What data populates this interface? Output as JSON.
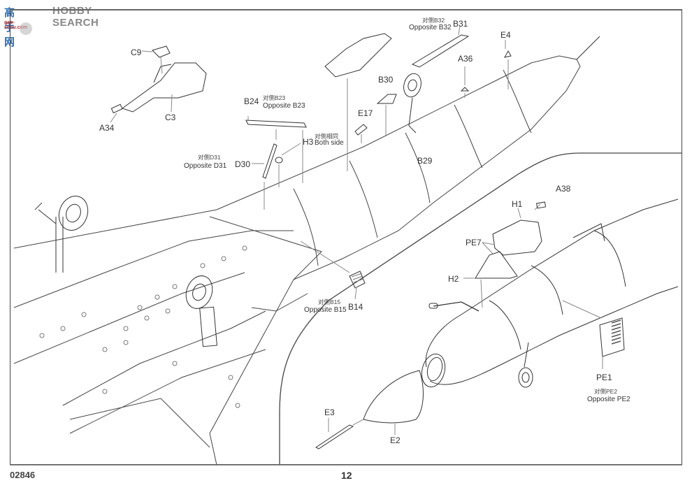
{
  "watermark": {
    "logo_text": "高手网",
    "brand": "HOBBY SEARCH",
    "url": "gao-shou.com"
  },
  "sheet": {
    "product_code": "02846",
    "page_number": "12"
  },
  "labels": {
    "c9": "C9",
    "c3": "C3",
    "a34": "A34",
    "b24": "B24",
    "b23_cn": "对侧B23",
    "b23_en": "Opposite B23",
    "d31_cn": "对侧D31",
    "d31_en": "Opposite D31",
    "d30": "D30",
    "h3": "H3",
    "h3_cn": "对侧相同",
    "h3_en": "Both side",
    "e17": "E17",
    "b30": "B30",
    "b32_cn": "对侧B32",
    "b32_en": "Opposite B32",
    "b31": "B31",
    "a36": "A36",
    "e4": "E4",
    "b29": "B29",
    "b15_cn": "对侧B15",
    "b15_en": "Opposite B15",
    "b14": "B14",
    "a38": "A38",
    "h1": "H1",
    "pe7": "PE7",
    "h2": "H2",
    "pe1": "PE1",
    "pe2_cn": "对侧PE2",
    "pe2_en": "Opposite PE2",
    "e3": "E3",
    "e2": "E2"
  }
}
